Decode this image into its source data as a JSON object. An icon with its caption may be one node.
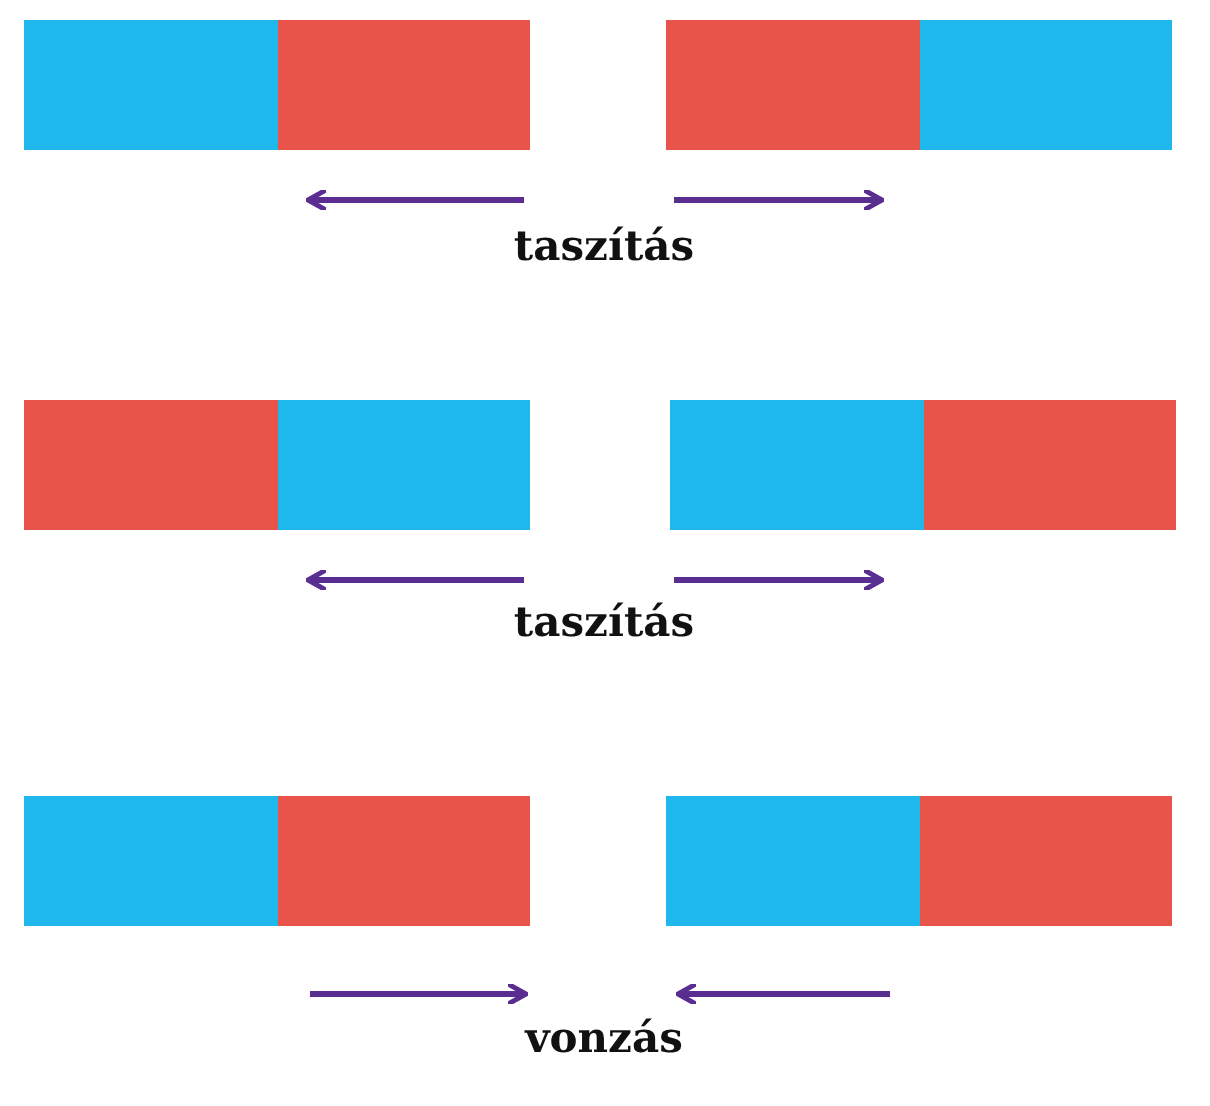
{
  "diagram": {
    "nodes": [
      {
        "text": [],
        "shape": "bar"
      },
      {
        "text": [],
        "shape": "bar"
      },
      {
        "text": [],
        "shape": "bar"
      },
      {
        "text": [],
        "shape": "bar"
      },
      {
        "text": [],
        "shape": "bar"
      },
      {
        "text": [],
        "shape": "bar"
      }
    ],
    "labels": [
      "taszítás",
      "taszítás",
      "vonzás"
    ]
  }
}
